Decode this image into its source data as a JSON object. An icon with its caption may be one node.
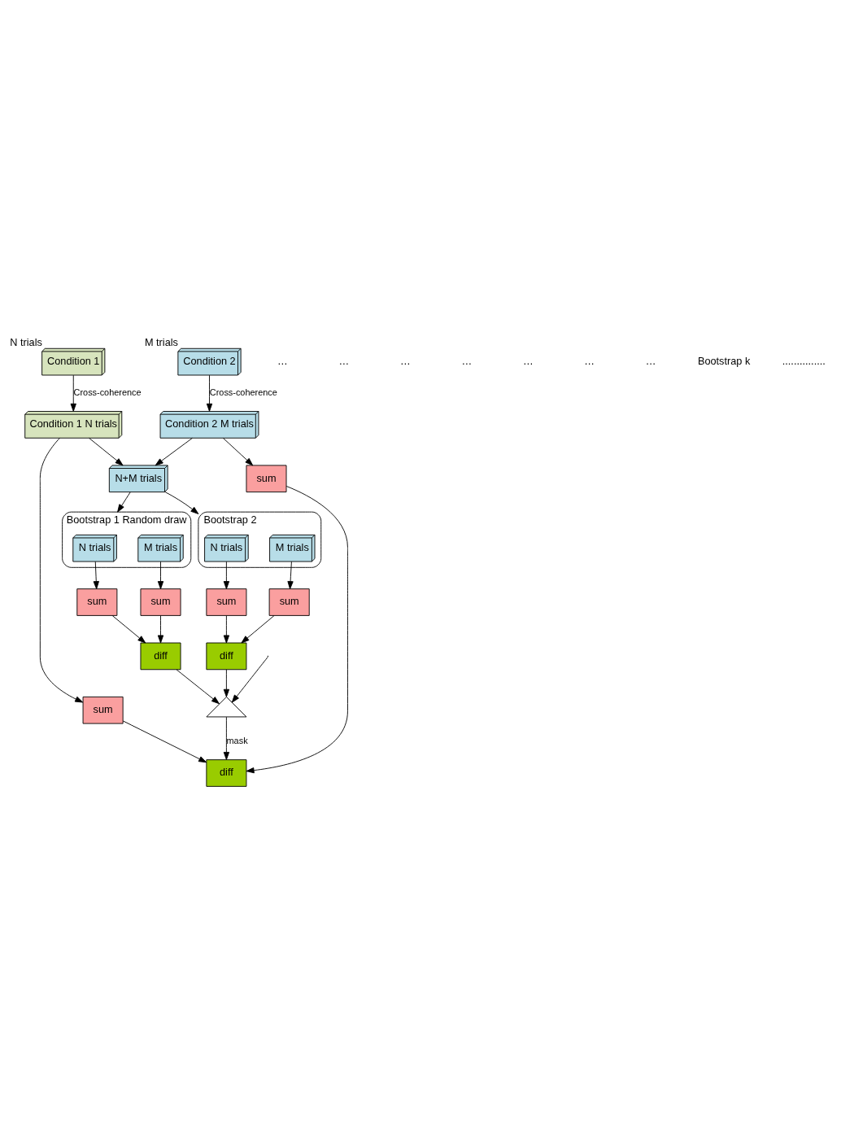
{
  "diagram": {
    "nodes": [
      {
        "text": [
          "Condition 1"
        ],
        "beside": [
          "N trials"
        ]
      },
      {
        "text": [
          "Condition 2"
        ],
        "beside": [
          "M trials"
        ]
      },
      {
        "text": [
          "Condition 1 N trials"
        ]
      },
      {
        "text": [
          "sum"
        ]
      },
      {
        "text": [
          "Condition 2 M trials"
        ]
      },
      {
        "text": [
          "sum"
        ]
      },
      {
        "text": [
          "diff"
        ]
      },
      {
        "text": [
          "N+M trials"
        ]
      },
      {
        "text": [
          "Bootstrap 1 Random draw"
        ]
      },
      {
        "text": [
          "N trials"
        ],
        "in": 8
      },
      {
        "text": [
          "sum"
        ]
      },
      {
        "text": [
          "M trials"
        ],
        "in": 8
      },
      {
        "text": [
          "sum"
        ]
      },
      {
        "text": [
          "diff"
        ]
      },
      {
        "text": [
          "Bootstrap 2"
        ]
      },
      {
        "text": [
          "N trials"
        ],
        "in": 14
      },
      {
        "text": [
          "sum"
        ]
      },
      {
        "text": [
          "M trials"
        ],
        "in": 14
      },
      {
        "text": [
          "sum"
        ]
      },
      {
        "text": [
          "diff"
        ]
      },
      {
        "text": [],
        "shape": "picture"
      }
    ],
    "edges": [
      {
        "from": 0,
        "to": 2,
        "arrow": "to",
        "label": "Cross-coherence"
      },
      {
        "from": 1,
        "to": 4,
        "arrow": "to",
        "label": "Cross-coherence"
      },
      {
        "from": 2,
        "to": 3,
        "arrow": "to"
      },
      {
        "from": 4,
        "to": 5,
        "arrow": "to"
      },
      {
        "from": 3,
        "to": 6,
        "arrow": "to"
      },
      {
        "from": 5,
        "to": 6,
        "arrow": "to"
      },
      {
        "from": 2,
        "to": 7,
        "arrow": "to"
      },
      {
        "from": 4,
        "to": 7,
        "arrow": "to"
      },
      {
        "from": 7,
        "to": 8,
        "arrow": "to"
      },
      {
        "from": 7,
        "to": 14,
        "arrow": "to"
      },
      {
        "from": 9,
        "to": 10,
        "arrow": "to"
      },
      {
        "from": 11,
        "to": 12,
        "arrow": "to"
      },
      {
        "from": 10,
        "to": 13,
        "arrow": "to"
      },
      {
        "from": 12,
        "to": 13,
        "arrow": "to"
      },
      {
        "from": 15,
        "to": 16,
        "arrow": "to"
      },
      {
        "from": 17,
        "to": 18,
        "arrow": "to"
      },
      {
        "from": 16,
        "to": 19,
        "arrow": "to"
      },
      {
        "from": 18,
        "to": 19,
        "arrow": "to"
      },
      {
        "from": 13,
        "to": 20,
        "arrow": "to"
      },
      {
        "from": 19,
        "to": 20,
        "arrow": "to"
      },
      {
        "from": null,
        "to": 20,
        "arrow": "to"
      },
      {
        "from": 20,
        "to": 6,
        "arrow": "to",
        "label": "mask"
      }
    ],
    "labels": [
      "…",
      "…",
      "…",
      "…",
      "…",
      "…",
      "…",
      "Bootstrap k",
      "..............."
    ]
  }
}
